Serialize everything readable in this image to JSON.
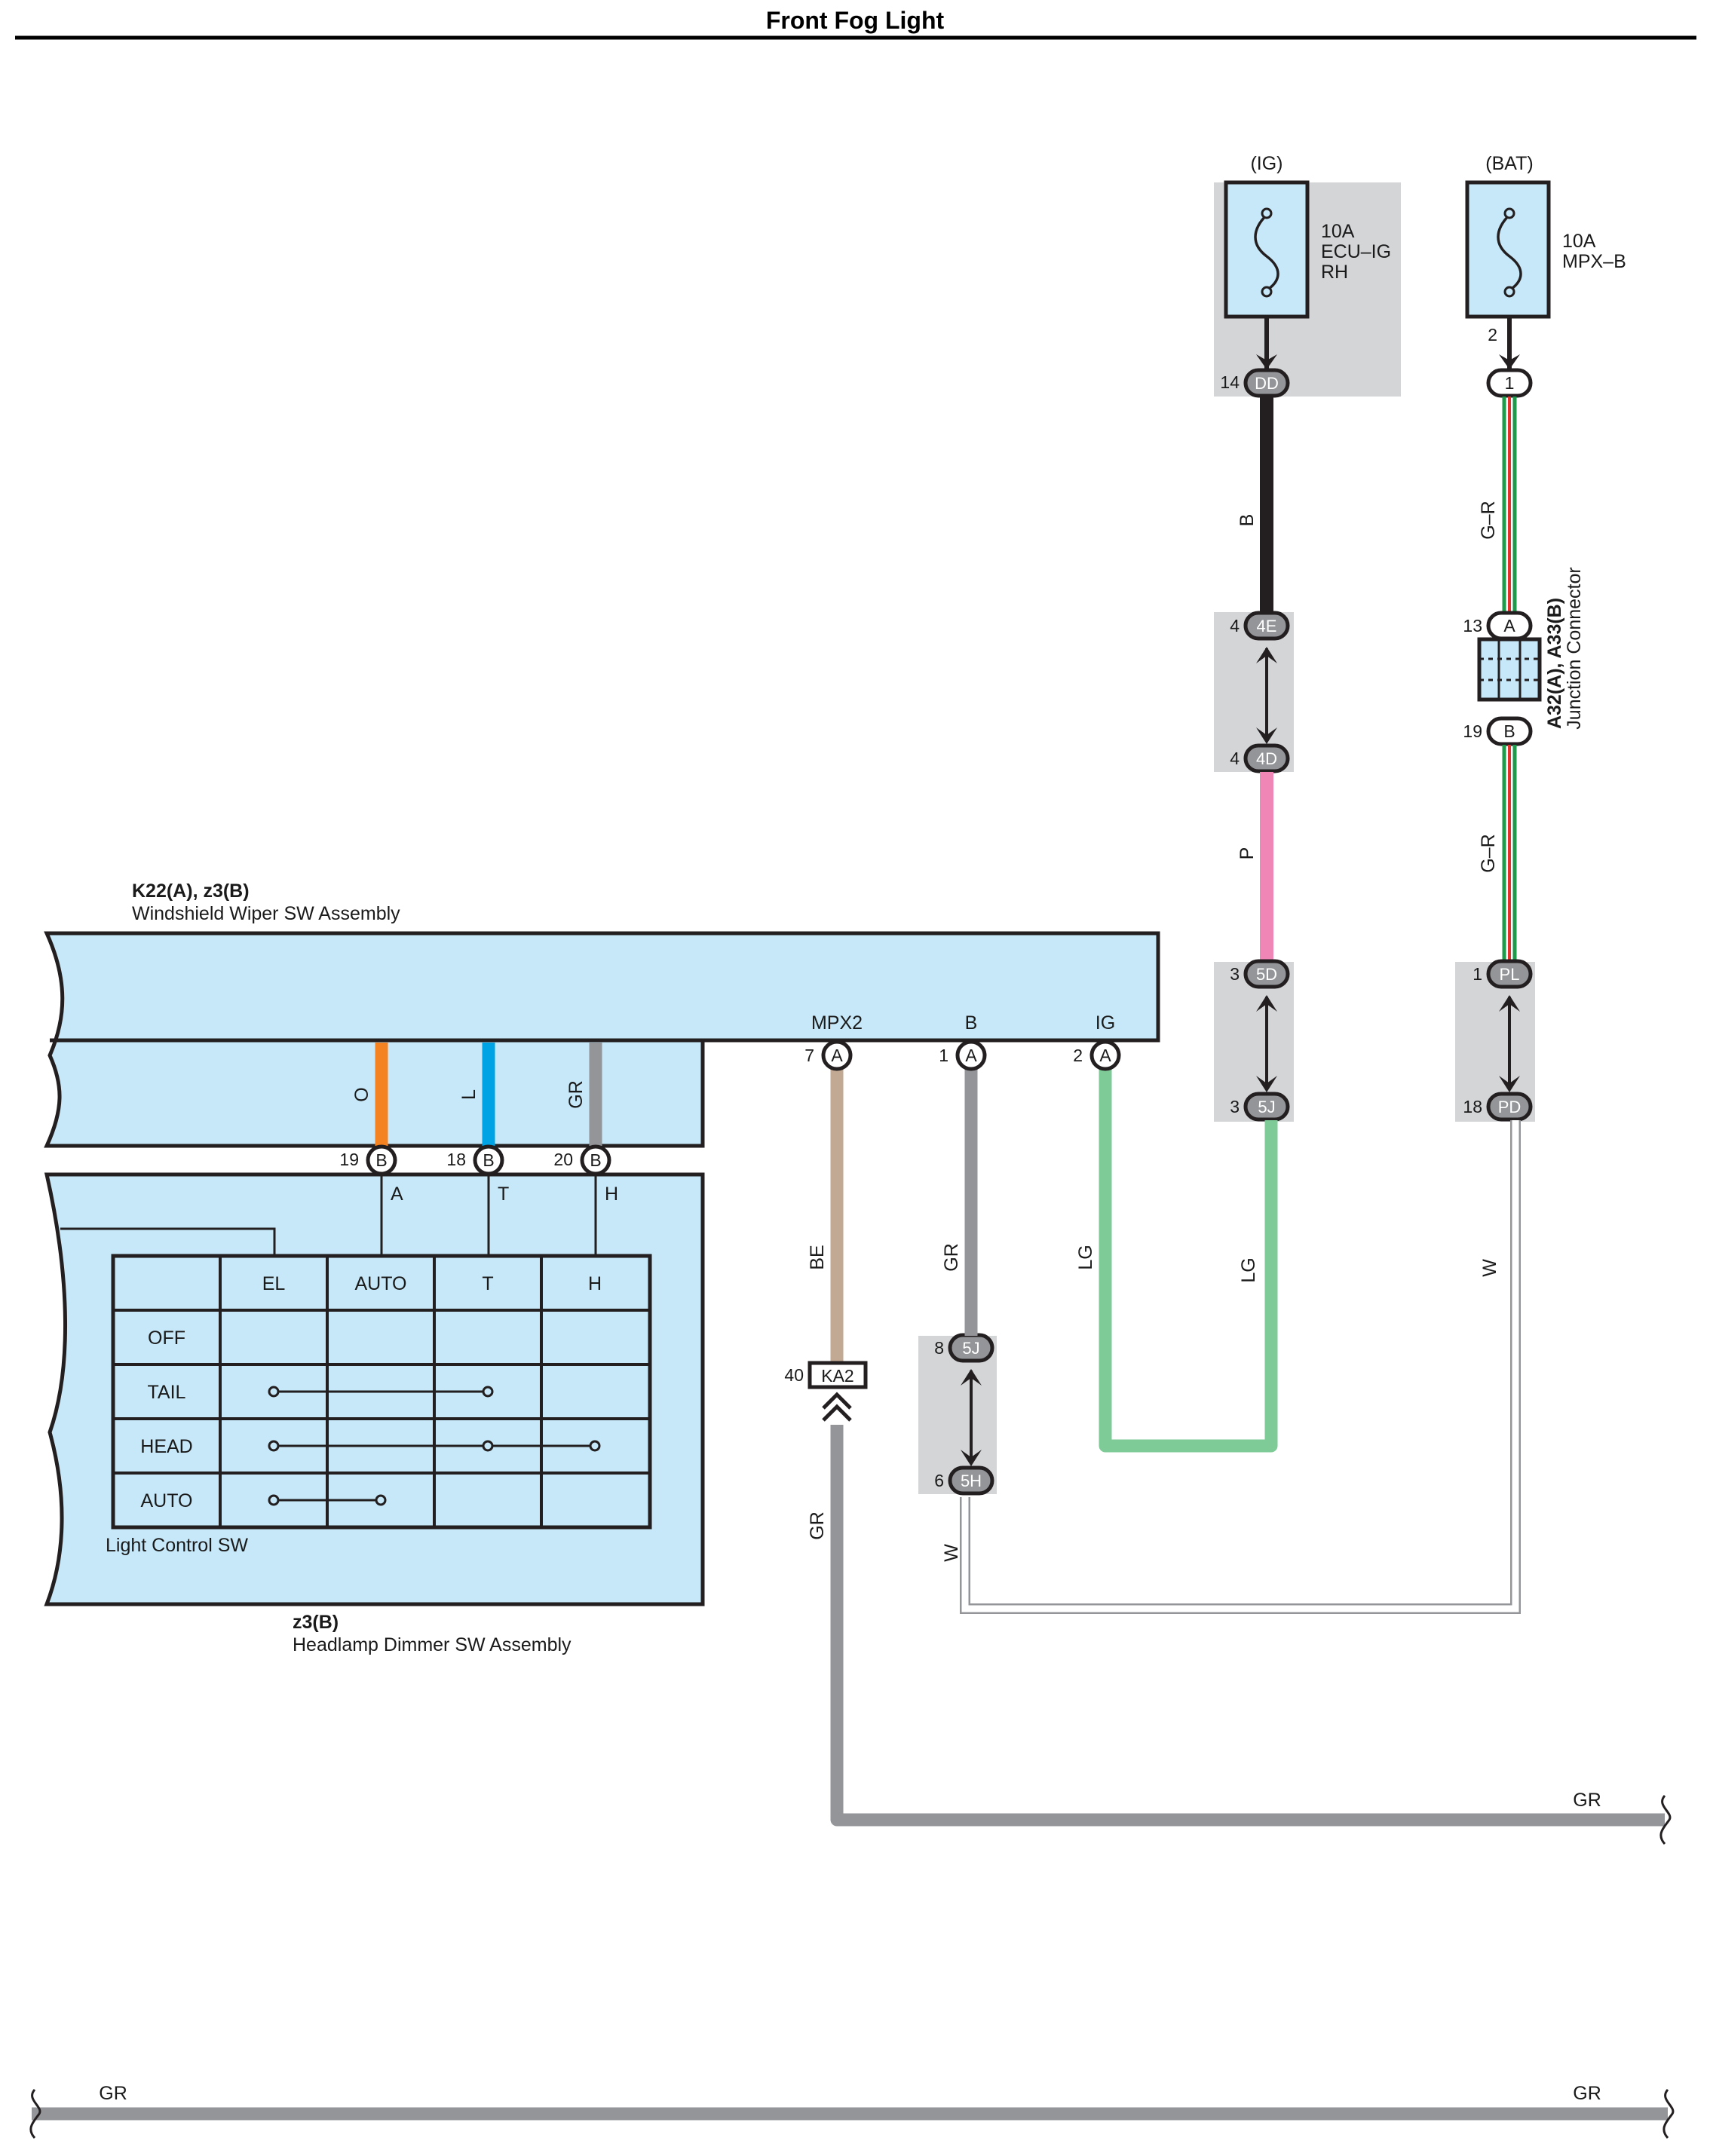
{
  "title": "Front Fog Light",
  "colors": {
    "component_fill": "#c6e8f8",
    "junction_gray": "#d4d5d7",
    "wire_black": "#231f20",
    "wire_pink": "#ef86b5",
    "wire_lightgreen": "#7ecb98",
    "wire_gray": "#939598",
    "wire_beige": "#c2a993",
    "wire_orange": "#f58220",
    "wire_blue": "#00a3e4",
    "wire_green": "#1e9b4a",
    "wire_red": "#e4322b"
  },
  "fuses": {
    "ig": {
      "source": "(IG)",
      "rating": "10A",
      "name_line1": "ECU–IG",
      "name_line2": "RH",
      "pin": "14",
      "connector": "DD"
    },
    "bat": {
      "source": "(BAT)",
      "rating": "10A",
      "name": "MPX–B",
      "pin_top": "2",
      "connector": "1"
    }
  },
  "wires": {
    "b": "B",
    "p": "P",
    "lg1": "LG",
    "lg2": "LG",
    "w1": "W",
    "w2": "W",
    "gr1": "GR",
    "gr2": "GR",
    "be": "BE",
    "gr_top": "G–R",
    "gr_bot": "G–R",
    "o": "O",
    "l": "L",
    "gr_sw": "GR",
    "gr_bus1": "GR",
    "gr_bus2": "GR",
    "gr_bus3": "GR"
  },
  "junctions": {
    "c4e": {
      "pin": "4",
      "label": "4E"
    },
    "c4d": {
      "pin": "4",
      "label": "4D"
    },
    "c5d": {
      "pin": "3",
      "label": "5D"
    },
    "c5j_top": {
      "pin": "3",
      "label": "5J"
    },
    "cpl": {
      "pin": "1",
      "label": "PL"
    },
    "cpd": {
      "pin": "18",
      "label": "PD"
    },
    "c5j": {
      "pin": "8",
      "label": "5J"
    },
    "c5h": {
      "pin": "6",
      "label": "5H"
    },
    "ka2": {
      "pin": "40",
      "label": "KA2"
    }
  },
  "junction_connector": {
    "title": "A32(A), A33(B)",
    "subtitle": "Junction Connector",
    "pin_a": "13",
    "label_a": "A",
    "pin_b": "19",
    "label_b": "B"
  },
  "wiper_assembly": {
    "title": "K22(A), z3(B)",
    "subtitle": "Windshield Wiper SW Assembly",
    "terminals": [
      {
        "name": "MPX2",
        "pin": "7",
        "conn": "A"
      },
      {
        "name": "B",
        "pin": "1",
        "conn": "A"
      },
      {
        "name": "IG",
        "pin": "2",
        "conn": "A"
      }
    ],
    "lower_pins": [
      {
        "pin": "19",
        "conn": "B",
        "letter": "A"
      },
      {
        "pin": "18",
        "conn": "B",
        "letter": "T"
      },
      {
        "pin": "20",
        "conn": "B",
        "letter": "H"
      }
    ]
  },
  "dimmer_assembly": {
    "title": "z3(B)",
    "subtitle": "Headlamp Dimmer SW Assembly",
    "switch_label": "Light Control SW",
    "table": {
      "columns": [
        "EL",
        "AUTO",
        "T",
        "H"
      ],
      "rows": [
        "OFF",
        "TAIL",
        "HEAD",
        "AUTO"
      ]
    }
  }
}
